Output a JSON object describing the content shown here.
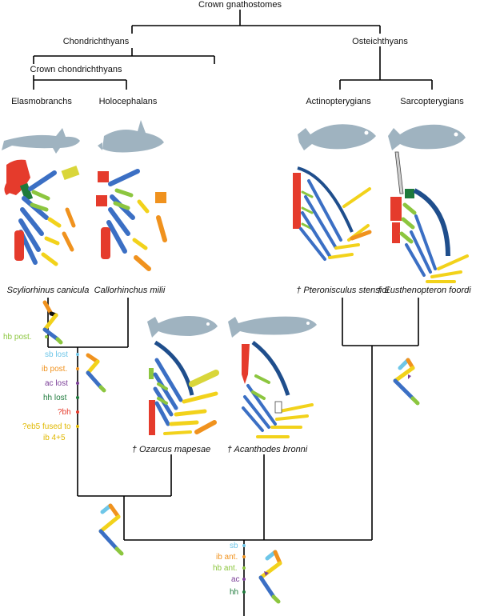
{
  "tree": {
    "crown_gnathostomes": "Crown gnathostomes",
    "chondrichthyans": "Chondrichthyans",
    "osteichthyans": "Osteichthyans",
    "crown_chondrichthyans": "Crown chondrichthyans",
    "elasmobranchs": "Elasmobranchs",
    "holocephalans": "Holocephalans",
    "actinopterygians": "Actinopterygians",
    "sarcopterygians": "Sarcopterygians"
  },
  "species": {
    "scyliorhinus": "Scyliorhinus canicula",
    "callorhinchus": "Callorhinchus milii",
    "pteronisculus": "† Pteronisculus stensioi",
    "eusthenopteron": "† Eusthenopteron foordi",
    "ozarcus": "† Ozarcus mapesae",
    "acanthodes": "† Acanthodes bronni"
  },
  "characters": {
    "hb_post": "hb post.",
    "sb_lost": "sb lost",
    "ib_post": "ib post.",
    "ac_lost": "ac lost",
    "hh_lost": "hh lost",
    "bh": "?bh",
    "eb5_fused": "?eb5 fused to",
    "eb5_fused_2": "ib 4+5",
    "sb": "sb",
    "ib_ant": "ib ant.",
    "hb_ant": "hb ant.",
    "ac": "ac",
    "hh": "hh"
  },
  "colors": {
    "sb": "#6ec6e8",
    "ib": "#f0921e",
    "hb": "#8cc63f",
    "ac": "#7b3f98",
    "hh": "#1e7a3c",
    "bh": "#e53b2c",
    "eb": "#f2d21b",
    "cb": "#3b6fc4",
    "fish": "#9fb3c0",
    "line": "#000000"
  }
}
